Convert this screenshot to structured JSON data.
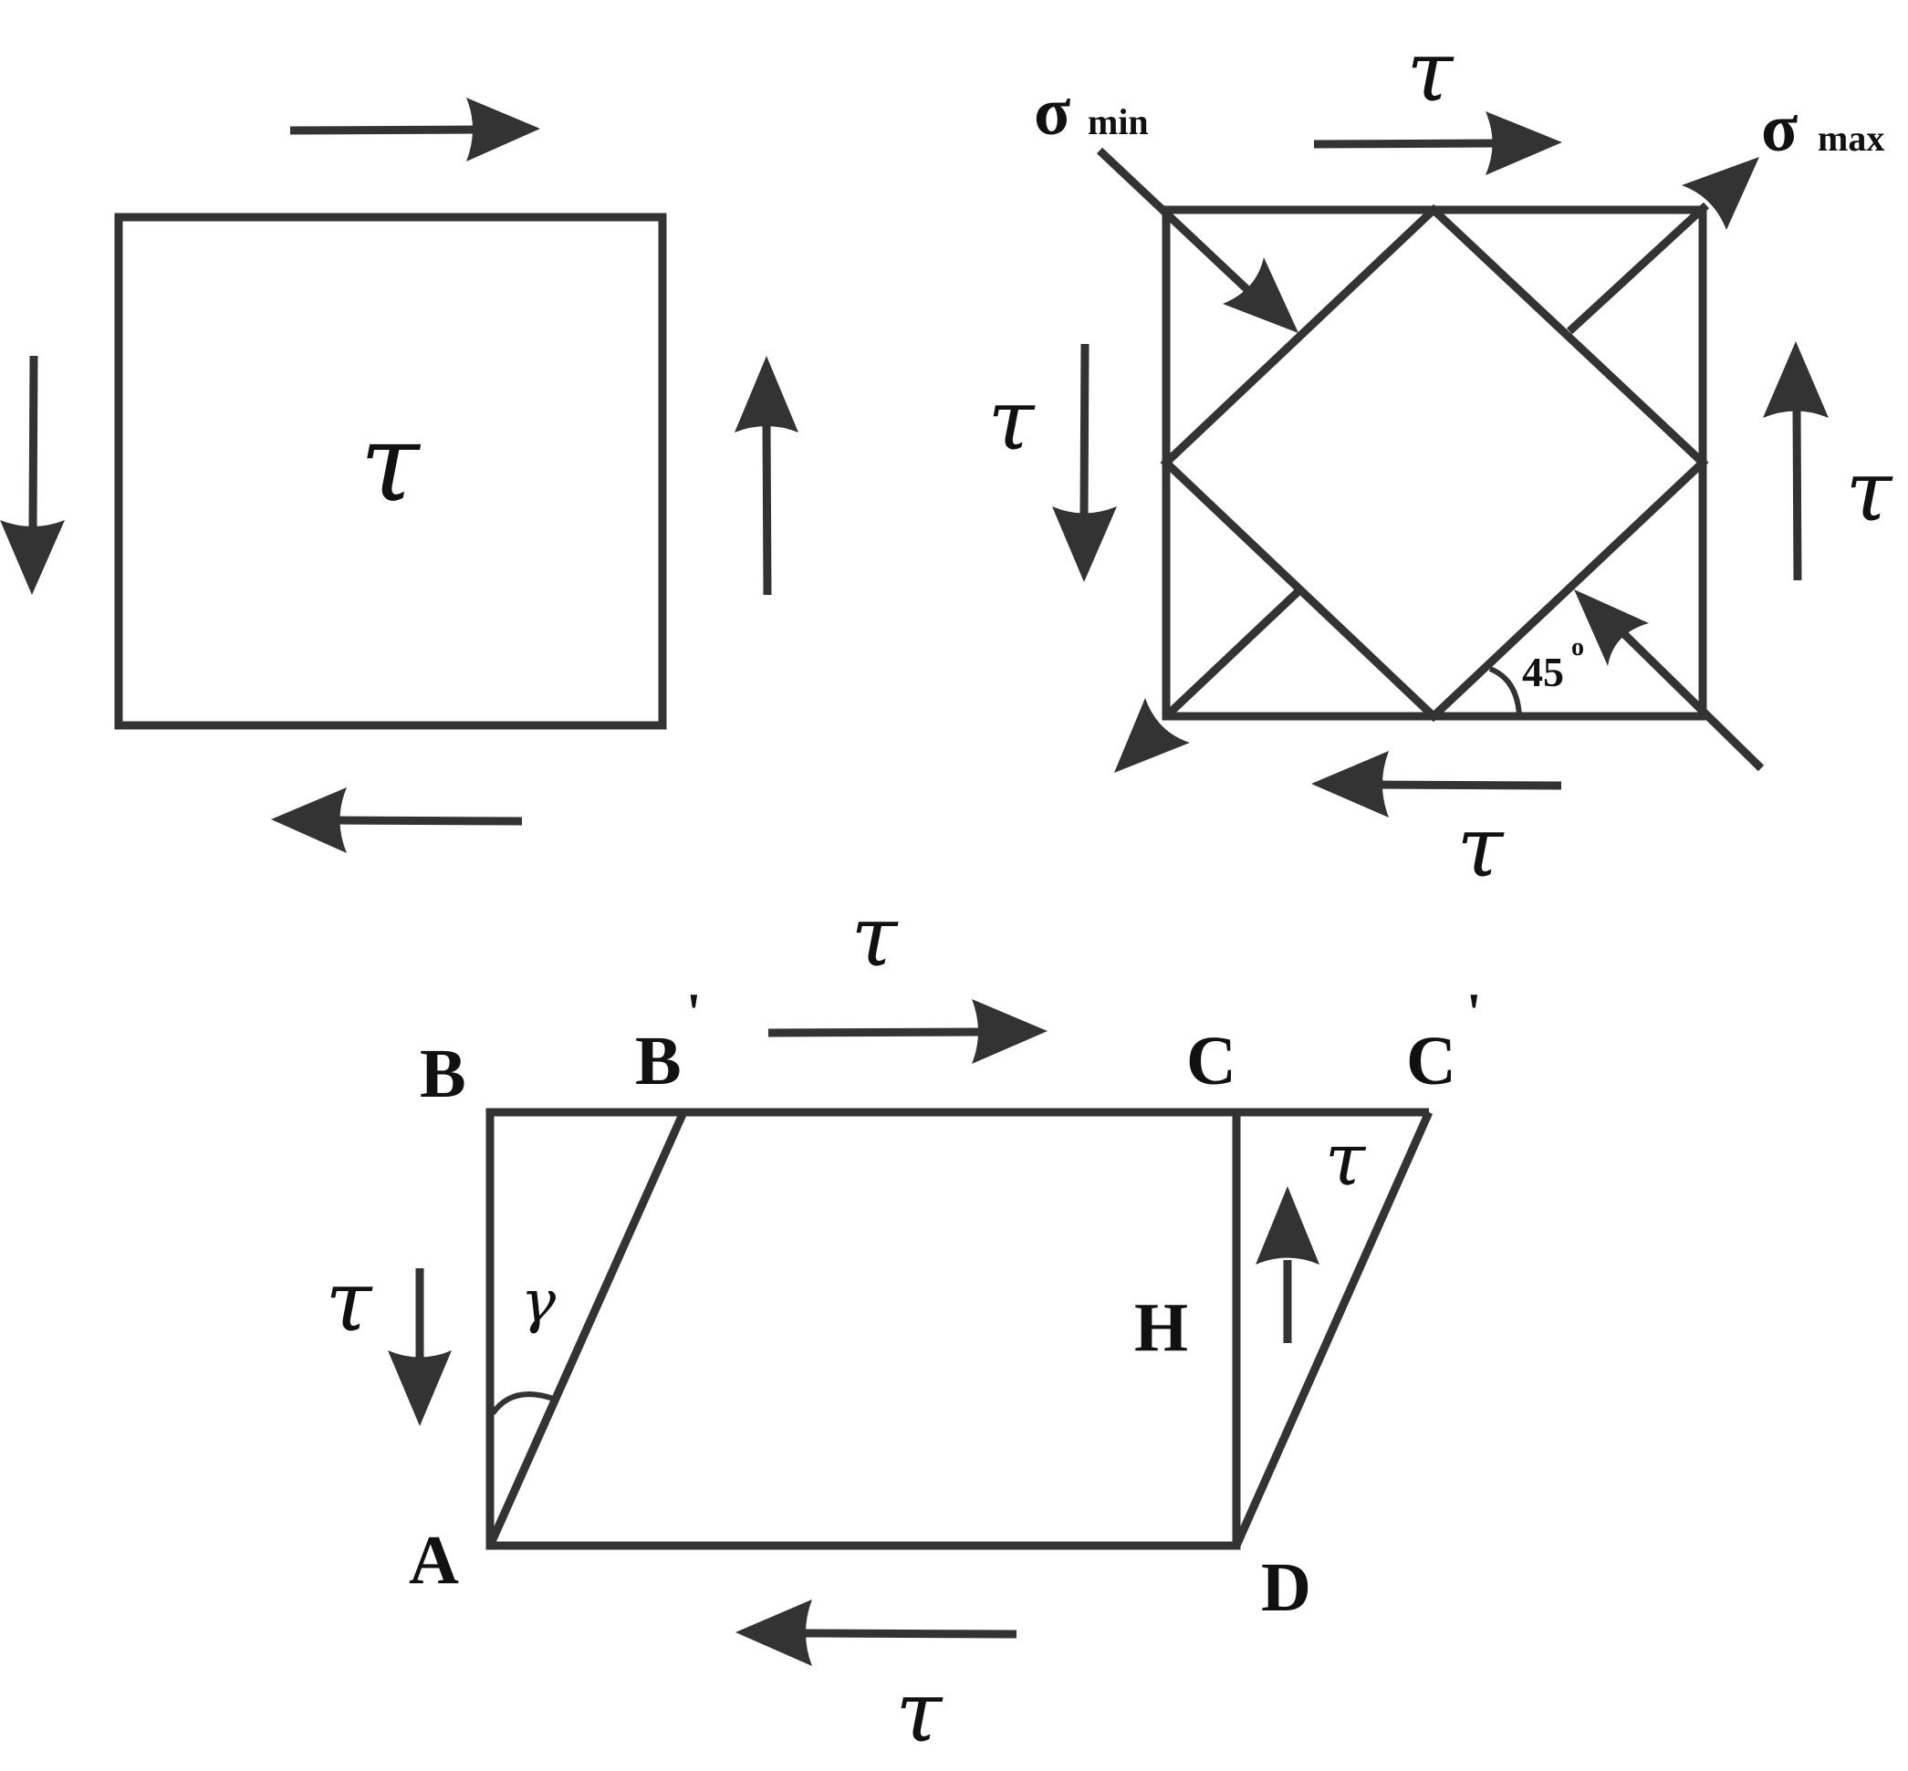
{
  "colors": {
    "stroke": "#333333",
    "text": "#111111",
    "background": "#ffffff"
  },
  "panel_pure_shear": {
    "center_symbol": "τ"
  },
  "panel_principal": {
    "tau_top": "τ",
    "tau_left": "τ",
    "tau_right": "τ",
    "tau_bottom": "τ",
    "sigma_min_symbol": "σ",
    "sigma_min_sub": "min",
    "sigma_max_symbol": "σ",
    "sigma_max_sub": "max",
    "angle_value": "45",
    "angle_degree": "o"
  },
  "panel_shear_strain": {
    "tau_top": "τ",
    "tau_left": "τ",
    "tau_right": "τ",
    "tau_bottom": "τ",
    "gamma": "γ",
    "point_a": "A",
    "point_b": "B",
    "point_b_prime": "B",
    "point_c": "C",
    "point_c_prime": "C",
    "point_d": "D",
    "point_h": "H",
    "prime_mark": "'"
  }
}
